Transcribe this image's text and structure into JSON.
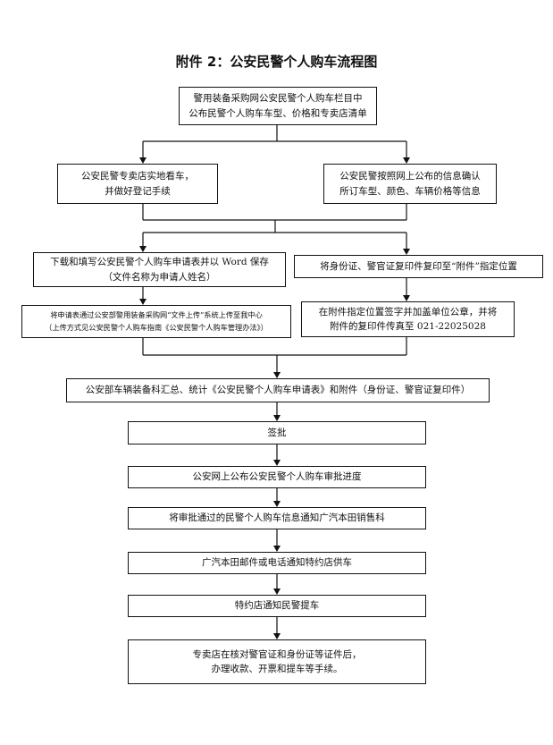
{
  "title": "附件 2：公安民警个人购车流程图",
  "nodes": {
    "n1": [
      "警用装备采购网公安民警个人购车栏目中",
      "公布民警个人购车车型、价格和专卖店清单"
    ],
    "n2": [
      "公安民警专卖店实地看车，",
      "并做好登记手续"
    ],
    "n3": [
      "公安民警按照网上公布的信息确认",
      "所订车型、颜色、车辆价格等信息"
    ],
    "n4": [
      "下载和填写公安民警个人购车申请表并以 Word 保存",
      "（文件名称为申请人姓名）"
    ],
    "n5": [
      "将身份证、警官证复印件复印至“附件”指定位置"
    ],
    "n6": [
      "将申请表通过公安部警用装备采购网“文件上传”系统上传至我中心",
      "（上传方式见公安民警个人购车指南《公安民警个人购车管理办法》）"
    ],
    "n7": [
      "在附件指定位置签字并加盖单位公章，并将",
      "附件的复印件传真至 021-22025028"
    ],
    "n8": [
      "公安部车辆装备科汇总、统计《公安民警个人购车申请表》和附件（身份证、警官证复印件）"
    ],
    "n9": [
      "签批"
    ],
    "n10": [
      "公安网上公布公安民警个人购车审批进度"
    ],
    "n11": [
      "将审批通过的民警个人购车信息通知广汽本田销售科"
    ],
    "n12": [
      "广汽本田邮件或电话通知特约店供车"
    ],
    "n13": [
      "特约店通知民警提车"
    ],
    "n14": [
      "专卖店在核对警官证和身份证等证件后，",
      "办理收款、开票和提车等手续。"
    ]
  }
}
